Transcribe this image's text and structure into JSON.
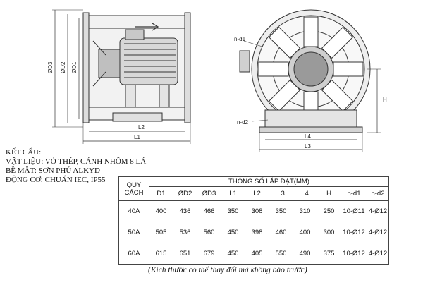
{
  "side_view": {
    "labels": {
      "d3": "ØD3",
      "d2": "ØD2",
      "d1": "ØD1",
      "l2": "L2",
      "l1": "L1"
    }
  },
  "front_view": {
    "labels": {
      "nd1": "n-d1",
      "nd2": "n-d2",
      "h": "H",
      "l4": "L4",
      "l3": "L3"
    }
  },
  "spec": {
    "line1": "KẾT CẤU:",
    "line2": "VẬT LIỆU: VỎ THÉP, CÁNH NHÔM 8 LÁ",
    "line3": "BỀ MẶT: SƠN PHỦ ALKYD",
    "line4": "ĐỘNG CƠ: CHUẨN IEC, IP55"
  },
  "table": {
    "title": "THÔNG SỐ LẮP ĐẶT(MM)",
    "corner_line1": "QUY",
    "corner_line2": "CÁCH",
    "headers": [
      "D1",
      "ØD2",
      "ØD3",
      "L1",
      "L2",
      "L3",
      "L4",
      "H",
      "n-d1",
      "n-d2"
    ],
    "rows": [
      {
        "name": "40A",
        "cells": [
          "400",
          "436",
          "466",
          "350",
          "308",
          "350",
          "310",
          "250",
          "10-Ø11",
          "4-Ø12"
        ]
      },
      {
        "name": "50A",
        "cells": [
          "505",
          "536",
          "560",
          "450",
          "398",
          "460",
          "400",
          "300",
          "10-Ø12",
          "4-Ø12"
        ]
      },
      {
        "name": "60A",
        "cells": [
          "615",
          "651",
          "679",
          "450",
          "405",
          "550",
          "490",
          "375",
          "10-Ø12",
          "4-Ø12"
        ]
      }
    ]
  },
  "note": "(Kích thước có thể thay đổi mà không báo trước)"
}
